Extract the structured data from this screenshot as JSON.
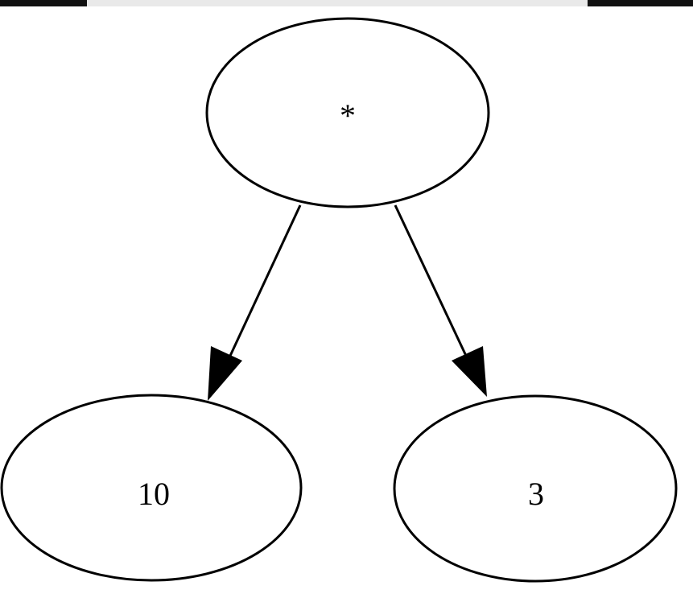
{
  "diagram": {
    "type": "expression-tree",
    "nodes": [
      {
        "id": "root",
        "label": "*"
      },
      {
        "id": "left",
        "label": "10"
      },
      {
        "id": "right",
        "label": "3"
      }
    ],
    "edges": [
      {
        "from": "root",
        "to": "left"
      },
      {
        "from": "root",
        "to": "right"
      }
    ]
  },
  "colors": {
    "stroke": "#000000",
    "fill": "#ffffff",
    "background": "#ffffff",
    "frame": "#111111"
  }
}
